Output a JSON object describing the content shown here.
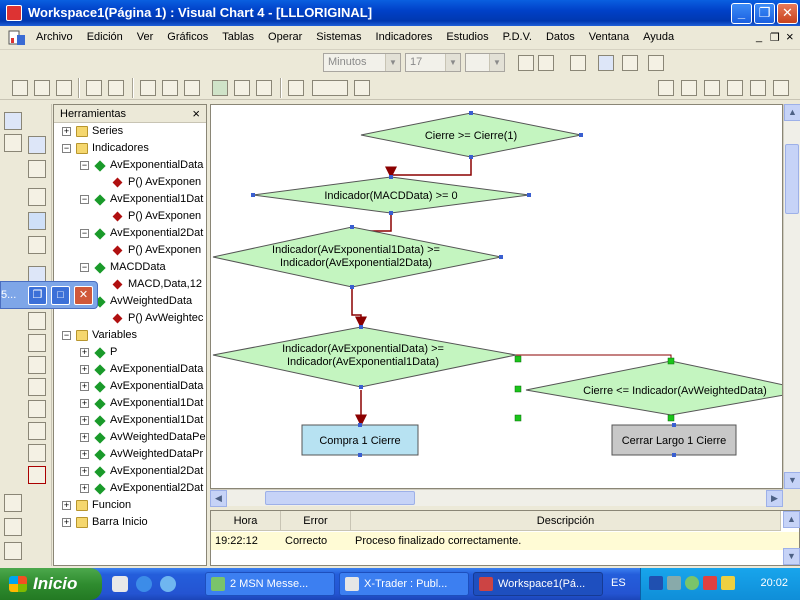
{
  "window": {
    "title": "Workspace1(Página 1) : Visual Chart 4 - [LLLORIGINAL]",
    "minimize_glyph": "_",
    "maximize_glyph": "❐",
    "close_glyph": "✕"
  },
  "menu": {
    "items": [
      "Archivo",
      "Edición",
      "Ver",
      "Gráficos",
      "Tablas",
      "Operar",
      "Sistemas",
      "Indicadores",
      "Estudios",
      "P.D.V.",
      "Datos",
      "Ventana",
      "Ayuda"
    ],
    "mdi_minimize": "_",
    "mdi_restore": "❐",
    "mdi_close": "×"
  },
  "toolbar": {
    "interval_combo": "Minutos",
    "number_combo": "17",
    "blank_combo": ""
  },
  "tools_panel": {
    "title": "Herramientas",
    "close_glyph": "×",
    "tree": [
      {
        "level": 0,
        "exp": "+",
        "icon": "folder",
        "label": "Series"
      },
      {
        "level": 0,
        "exp": "−",
        "icon": "folder",
        "label": "Indicadores"
      },
      {
        "level": 1,
        "exp": "−",
        "icon": "green",
        "label": "AvExponentialData"
      },
      {
        "level": 2,
        "exp": "",
        "icon": "red",
        "label": "P() AvExponen"
      },
      {
        "level": 1,
        "exp": "−",
        "icon": "green",
        "label": "AvExponential1Dat"
      },
      {
        "level": 2,
        "exp": "",
        "icon": "red",
        "label": "P() AvExponen"
      },
      {
        "level": 1,
        "exp": "−",
        "icon": "green",
        "label": "AvExponential2Dat"
      },
      {
        "level": 2,
        "exp": "",
        "icon": "red",
        "label": "P() AvExponen"
      },
      {
        "level": 1,
        "exp": "−",
        "icon": "green",
        "label": "MACDData"
      },
      {
        "level": 2,
        "exp": "",
        "icon": "red",
        "label": "MACD,Data,12"
      },
      {
        "level": 1,
        "exp": "−",
        "icon": "green",
        "label": "AvWeightedData"
      },
      {
        "level": 2,
        "exp": "",
        "icon": "red",
        "label": "P() AvWeightec"
      },
      {
        "level": 0,
        "exp": "−",
        "icon": "folder",
        "label": "Variables"
      },
      {
        "level": 1,
        "exp": "+",
        "icon": "green",
        "label": "P"
      },
      {
        "level": 1,
        "exp": "+",
        "icon": "green",
        "label": "AvExponentialData"
      },
      {
        "level": 1,
        "exp": "+",
        "icon": "green",
        "label": "AvExponentialData"
      },
      {
        "level": 1,
        "exp": "+",
        "icon": "green",
        "label": "AvExponential1Dat"
      },
      {
        "level": 1,
        "exp": "+",
        "icon": "green",
        "label": "AvExponential1Dat"
      },
      {
        "level": 1,
        "exp": "+",
        "icon": "green",
        "label": "AvWeightedDataPe"
      },
      {
        "level": 1,
        "exp": "+",
        "icon": "green",
        "label": "AvWeightedDataPr"
      },
      {
        "level": 1,
        "exp": "+",
        "icon": "green",
        "label": "AvExponential2Dat"
      },
      {
        "level": 1,
        "exp": "+",
        "icon": "green",
        "label": "AvExponential2Dat"
      },
      {
        "level": 0,
        "exp": "+",
        "icon": "folder",
        "label": "Funcion"
      },
      {
        "level": 0,
        "exp": "+",
        "icon": "folder",
        "label": "Barra Inicio"
      }
    ]
  },
  "float_toolbar": {
    "text": "5..."
  },
  "diagram": {
    "nodes": {
      "cierre_ge": "Cierre >= Cierre(1)",
      "macd": "Indicador(MACDData) >= 0",
      "avexp1_line1": "Indicador(AvExponential1Data) >=",
      "avexp1_line2": "Indicador(AvExponential2Data)",
      "avexp_line1": "Indicador(AvExponentialData) >=",
      "avexp_line2": "Indicador(AvExponential1Data)",
      "cierre_le": "Cierre <= Indicador(AvWeightedData)",
      "compra": "Compra 1 Cierre",
      "cerrar": "Cerrar Largo 1 Cierre"
    }
  },
  "log": {
    "headers": [
      "Hora",
      "Error",
      "Descripción"
    ],
    "row": {
      "hora": "19:22:12",
      "error": "Correcto",
      "descripcion": "Proceso finalizado correctamente."
    }
  },
  "taskbar": {
    "start_label": "Inicio",
    "tasks": [
      "2 MSN Messe...",
      "X-Trader : Publ...",
      "Workspace1(Pá..."
    ],
    "language": "ES",
    "clock": "20:02"
  }
}
